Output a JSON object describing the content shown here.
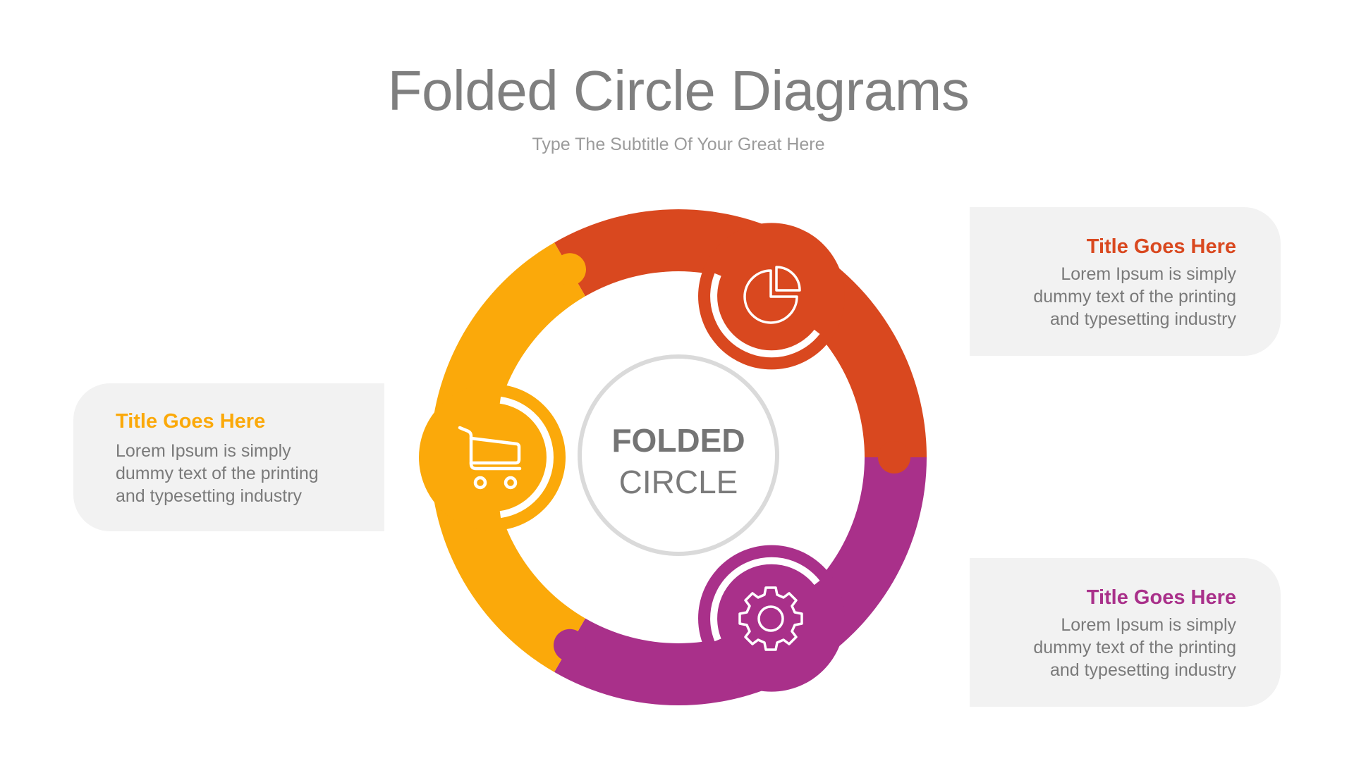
{
  "header": {
    "title": "Folded Circle Diagrams",
    "subtitle": "Type The Subtitle Of Your Great Here"
  },
  "center": {
    "line1": "FOLDED",
    "line2": "CIRCLE"
  },
  "colors": {
    "orange": "#d9481f",
    "purple": "#a9308a",
    "yellow": "#fba90a",
    "card_bg": "#f2f2f2",
    "ring_center_stroke": "#dadada",
    "text_gray": "#7a7a7a"
  },
  "segments": [
    {
      "id": "orange",
      "icon": "pie-chart-icon",
      "color": "#d9481f",
      "card": {
        "title": "Title Goes Here",
        "body": [
          "Lorem Ipsum is simply",
          "dummy text of the printing",
          "and typesetting industry"
        ]
      }
    },
    {
      "id": "purple",
      "icon": "gear-icon",
      "color": "#a9308a",
      "card": {
        "title": "Title Goes Here",
        "body": [
          "Lorem Ipsum is simply",
          "dummy text of the printing",
          "and typesetting industry"
        ]
      }
    },
    {
      "id": "yellow",
      "icon": "shopping-cart-icon",
      "color": "#fba90a",
      "card": {
        "title": "Title Goes Here",
        "body": [
          "Lorem Ipsum is simply",
          "dummy text of the printing",
          "and typesetting industry"
        ]
      }
    }
  ]
}
